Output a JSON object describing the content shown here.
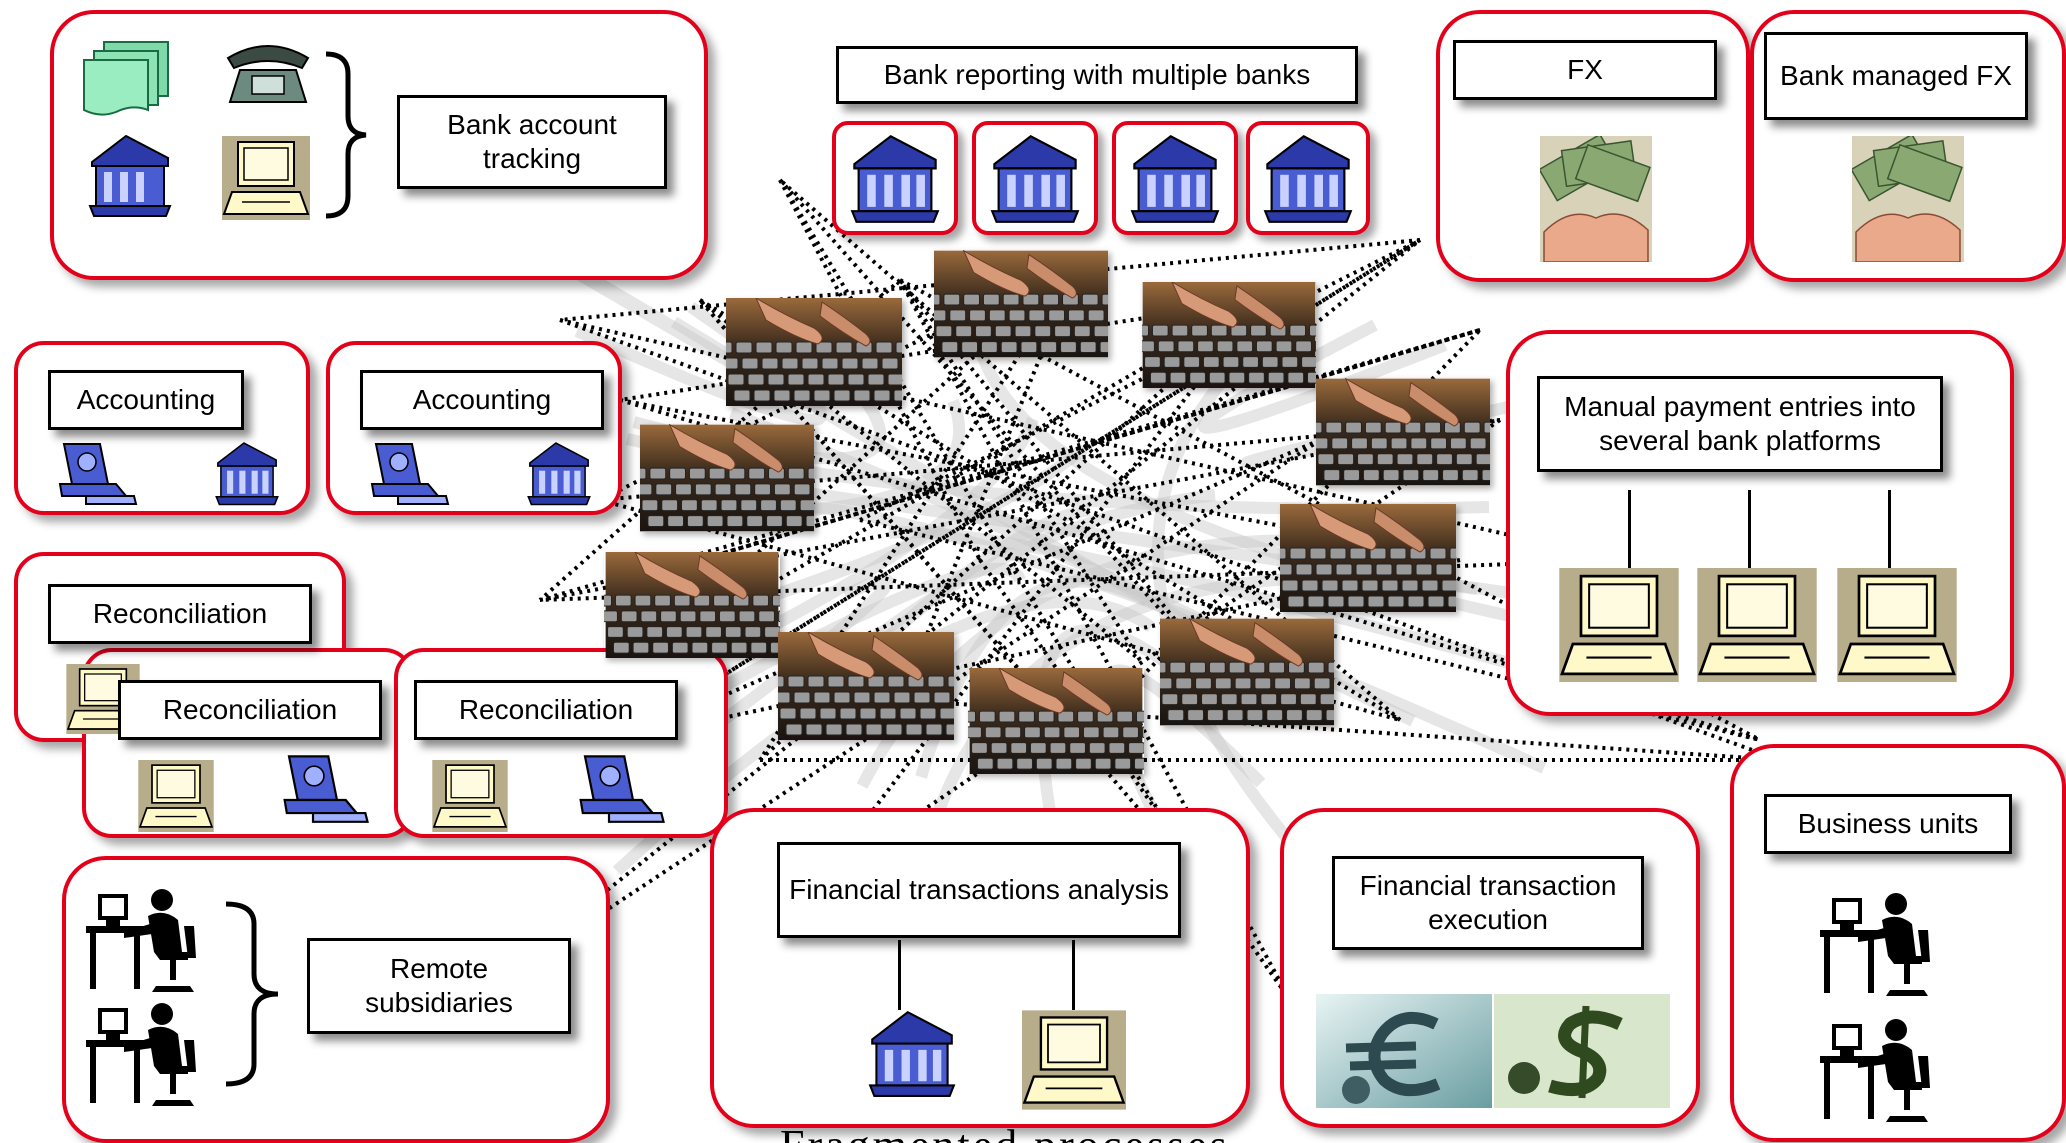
{
  "labels": {
    "bank_account_tracking": "Bank account tracking",
    "bank_reporting": "Bank reporting with multiple banks",
    "fx": "FX",
    "bank_managed_fx": "Bank managed FX",
    "accounting_1": "Accounting",
    "accounting_2": "Accounting",
    "manual_payment": "Manual payment entries into several bank platforms",
    "reconciliation_1": "Reconciliation",
    "reconciliation_2": "Reconciliation",
    "reconciliation_3": "Reconciliation",
    "business_units": "Business units",
    "remote_subsidiaries": "Remote subsidiaries",
    "financial_transactions_analysis": "Financial transactions analysis",
    "financial_transaction_execution": "Financial transaction execution"
  },
  "caption": "Fragmented processes",
  "icons": [
    "bank-icon",
    "computer-terminal-icon",
    "telephone-icon",
    "paper-stack-icon",
    "office-worker-icon",
    "cash-money-icon",
    "euro-sign-icon",
    "dollar-sign-icon",
    "keyboard-typing-photo"
  ],
  "colors": {
    "frame_red": "#e3001b",
    "bank_blue": "#2b3aa8",
    "terminal_tan": "#b8ad8a",
    "paper_green": "#7fd9a8"
  }
}
